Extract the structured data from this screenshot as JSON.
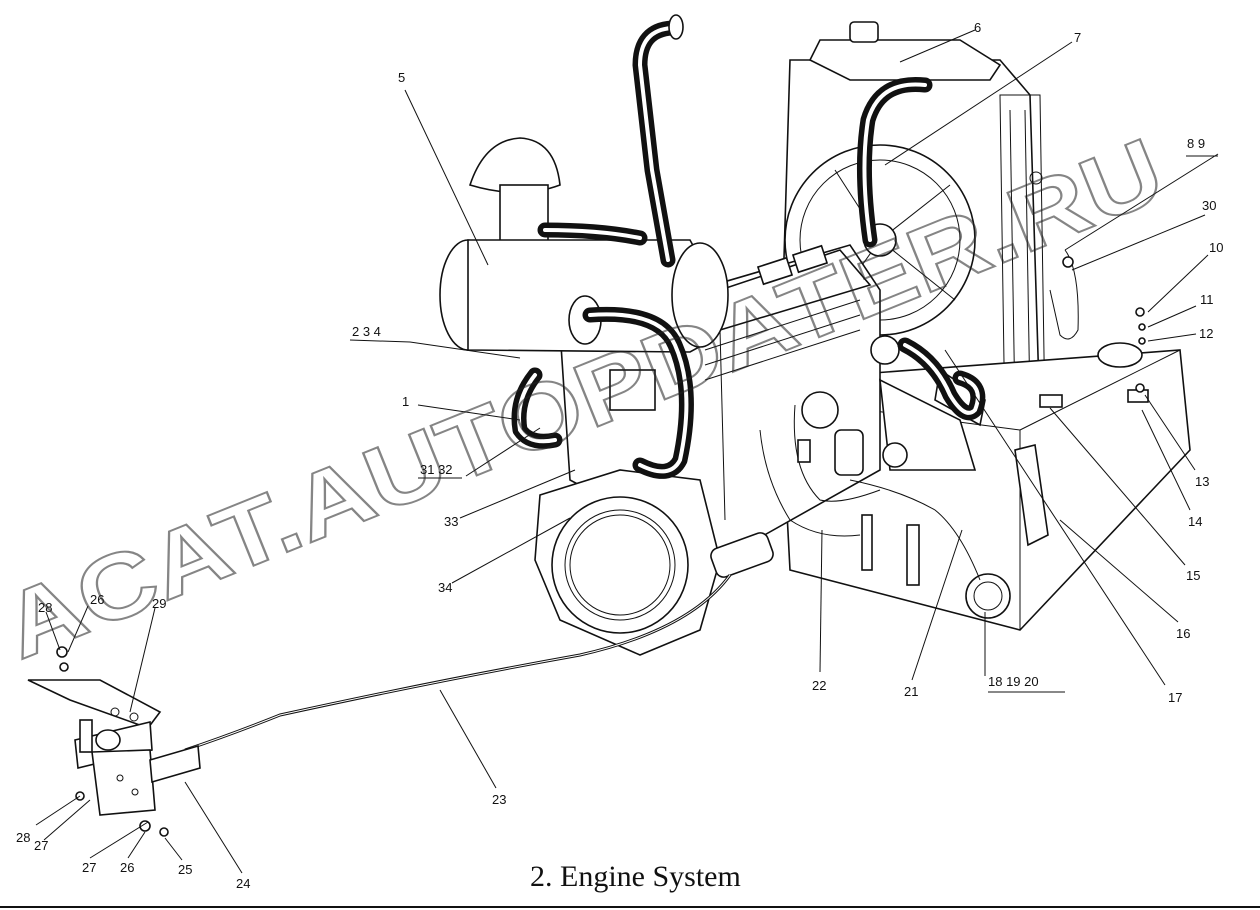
{
  "title": "2. Engine System",
  "watermark": "ACAT.AUTOPDATER.RU",
  "callouts": [
    "1",
    "2 3 4",
    "5",
    "6",
    "7",
    "8 9",
    "30",
    "10",
    "11",
    "12",
    "13",
    "14",
    "15",
    "16",
    "17",
    "18 19 20",
    "21",
    "22",
    "23",
    "24",
    "25",
    "26",
    "26",
    "26",
    "27",
    "27",
    "28",
    "28",
    "29",
    "31 32",
    "33",
    "34"
  ]
}
